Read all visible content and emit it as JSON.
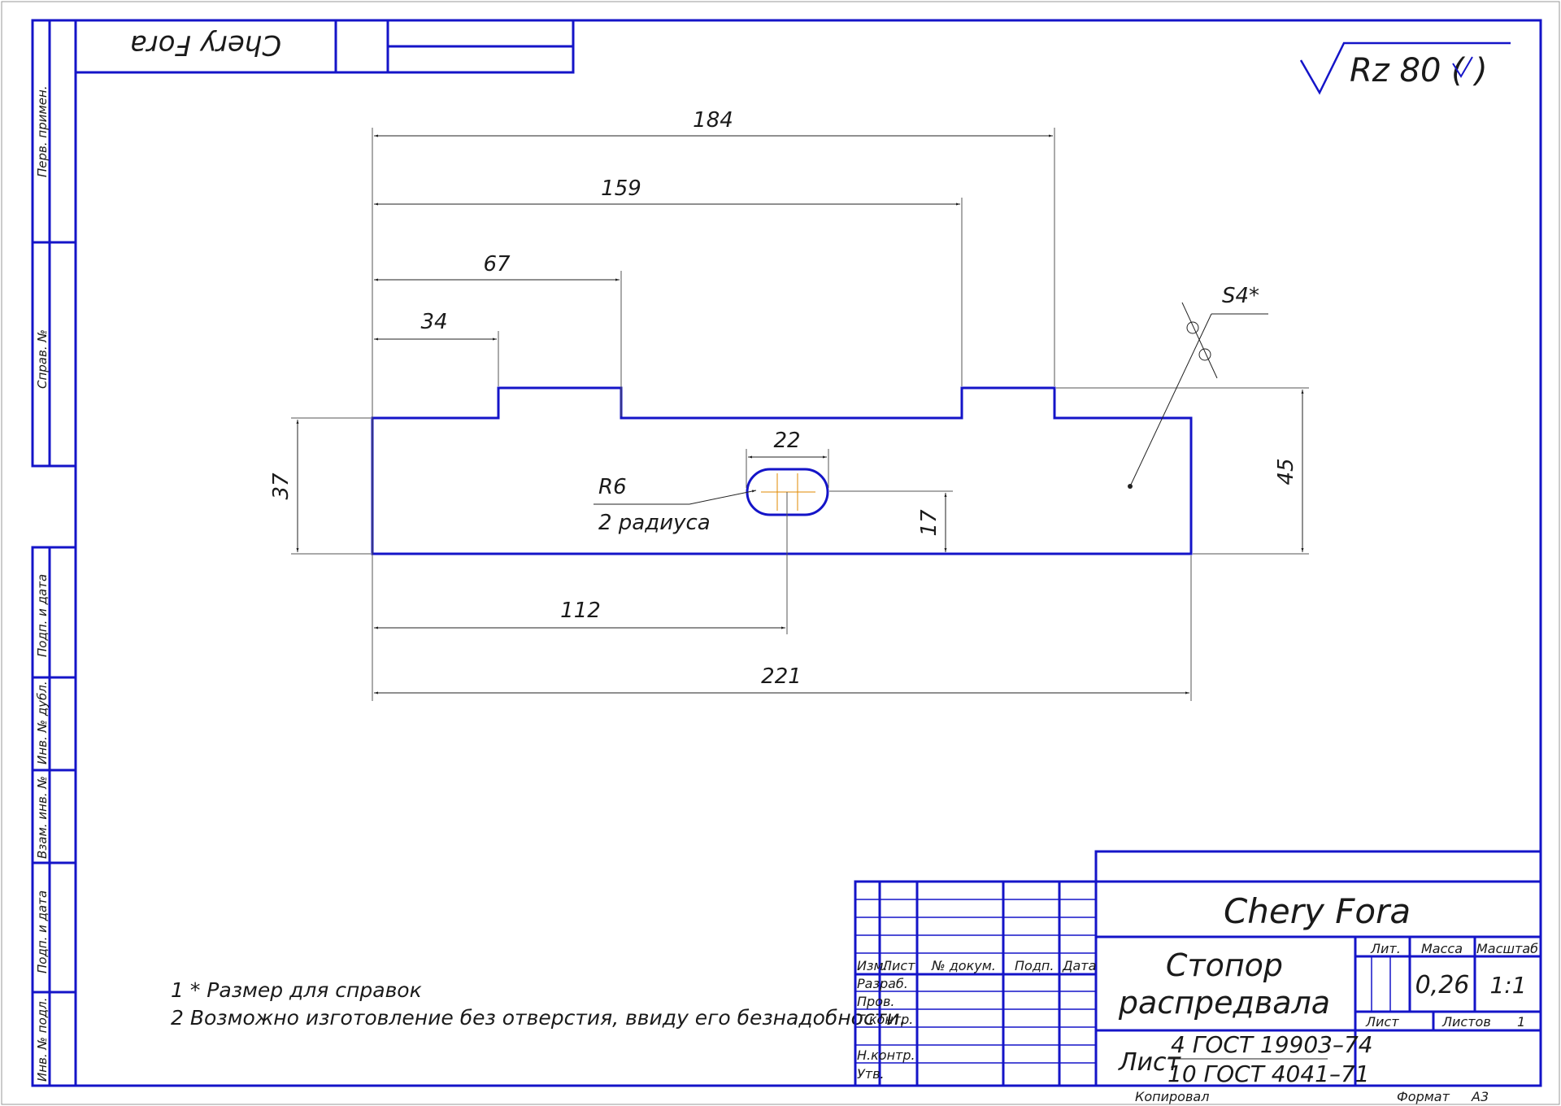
{
  "top_stamp": {
    "text": "Chery Fora"
  },
  "side_labels": [
    "Перв. примен.",
    "Справ. №",
    "Подп. и дата",
    "Инв. № дубл.",
    "Взам. инв. №",
    "Подп. и дата",
    "Инв. № подл."
  ],
  "roughness": {
    "text": "Rz 80 (",
    "check": "√",
    "close": ")"
  },
  "dimensions": {
    "d184": "184",
    "d159": "159",
    "d67": "67",
    "d34": "34",
    "d22": "22",
    "r6": "R6",
    "r6_note": "2 радиуса",
    "d37": "37",
    "d17": "17",
    "d45": "45",
    "d112": "112",
    "d221": "221",
    "s4": "S4*"
  },
  "notes": [
    "1  * Размер для справок",
    "2  Возможно изготовление без отверстия, ввиду его безнадобности."
  ],
  "title_block": {
    "headers": {
      "izm": "Изм.",
      "list": "Лист",
      "ndoc": "№ докум.",
      "podp": "Подп.",
      "data": "Дата"
    },
    "roles": [
      "Разраб.",
      "Пров.",
      "Т.контр.",
      "",
      "Н.контр.",
      "Утв."
    ],
    "designation": "Chery Fora",
    "name_line1": "Стопор",
    "name_line2": "распредвала",
    "lit": "Лит.",
    "massa": "Масса",
    "masshtab": "Масштаб",
    "mass_value": "0,26",
    "scale_value": "1:1",
    "sheet": "Лист",
    "sheets": "Листов",
    "sheets_value": "1",
    "material_prefix": "Лист",
    "material_top": "4 ГОСТ 19903–74",
    "material_bottom": "10 ГОСТ 4041–71",
    "copied": "Копировал",
    "format_label": "Формат",
    "format_value": "А3"
  },
  "colors": {
    "frame": "#1414c8",
    "centerline": "#e08a00"
  }
}
